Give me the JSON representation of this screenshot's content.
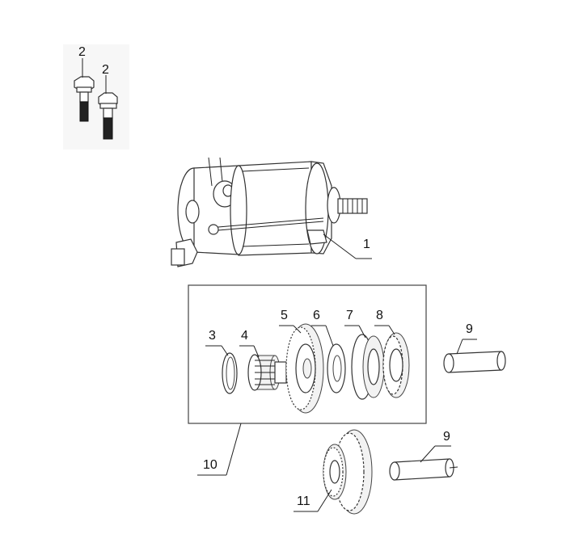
{
  "callouts": {
    "bolt_a": "2",
    "bolt_b": "2",
    "starter_motor": "1",
    "ring_3": "3",
    "pinion_4": "4",
    "gear_5": "5",
    "washer_6": "6",
    "clutch_7": "7",
    "gear_8": "8",
    "shaft_9_upper": "9",
    "assembly_10": "10",
    "shaft_9_lower": "9",
    "idle_gear_11": "11"
  }
}
